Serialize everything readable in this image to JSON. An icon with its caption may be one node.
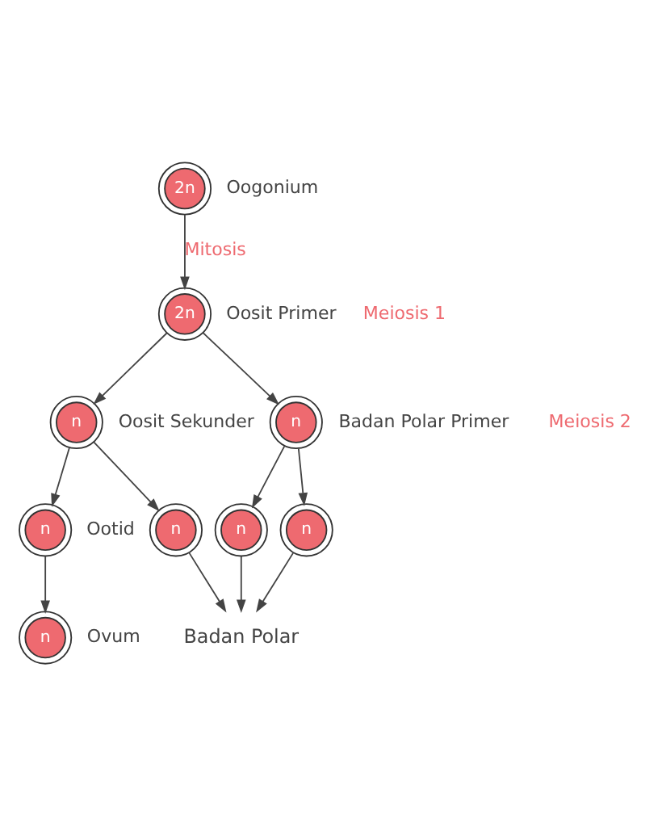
{
  "diagram": {
    "nodes": [
      {
        "text": [
          "2n"
        ],
        "beside": [
          "Oogonium"
        ]
      },
      {
        "text": [
          "2n"
        ],
        "beside": [
          "Oosit Primer"
        ]
      },
      {
        "text": [
          "n"
        ],
        "beside": [
          "Oosit Sekunder"
        ]
      },
      {
        "text": [
          "n"
        ],
        "beside": [
          "Badan Polar Primer"
        ]
      },
      {
        "text": [
          "n"
        ],
        "beside": [
          "Ootid"
        ]
      },
      {
        "text": [
          "n"
        ]
      },
      {
        "text": [
          "n"
        ]
      },
      {
        "text": [
          "n"
        ]
      },
      {
        "text": [
          "n"
        ],
        "beside": [
          "Ovum"
        ]
      },
      {
        "text": [
          "Badan Polar"
        ]
      }
    ],
    "edges": [
      {
        "from": 0,
        "to": 1,
        "arrow": "to",
        "label": "Mitosis"
      },
      {
        "from": 1,
        "to": 2,
        "arrow": "to"
      },
      {
        "from": 1,
        "to": 3,
        "arrow": "to"
      },
      {
        "from": 2,
        "to": 4,
        "arrow": "to"
      },
      {
        "from": 2,
        "to": 5,
        "arrow": "to"
      },
      {
        "from": 3,
        "to": 6,
        "arrow": "to"
      },
      {
        "from": 3,
        "to": 7,
        "arrow": "to"
      },
      {
        "from": 4,
        "to": 8,
        "arrow": "to"
      },
      {
        "from": 5,
        "to": 9,
        "arrow": "to"
      },
      {
        "from": 6,
        "to": 9,
        "arrow": "to"
      },
      {
        "from": 7,
        "to": 9,
        "arrow": "to"
      }
    ],
    "labels": [
      "Meiosis 1",
      "Meiosis 2"
    ]
  }
}
